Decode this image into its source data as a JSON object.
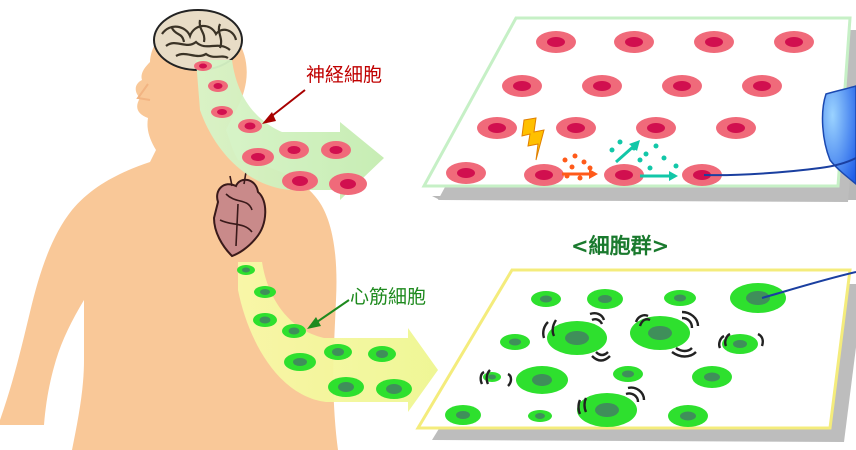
{
  "labels": {
    "neuron": "神経細胞",
    "cardiac": "心筋細胞",
    "cell_group": "<細胞群>"
  },
  "colors": {
    "skin": "#f9c898",
    "neuron_cell_outer": "#f06a7a",
    "neuron_cell_inner": "#d10f4f",
    "cardiac_cell_outer": "#2ee02e",
    "cardiac_cell_inner": "#3f8f5a",
    "top_plate_border": "#c6f0c6",
    "bottom_plate_border": "#f4ec7c",
    "neuron_label": "#c00000",
    "cardiac_label": "#1e8a1e",
    "group_label": "#1a7a2e",
    "blue_arrow": "#1f5ee8",
    "lightning": "#ffc000",
    "signal_red": "#ff5a1a",
    "signal_teal": "#12c7a8"
  },
  "icons": [
    "brain-icon",
    "heart-icon",
    "lightning-icon"
  ]
}
